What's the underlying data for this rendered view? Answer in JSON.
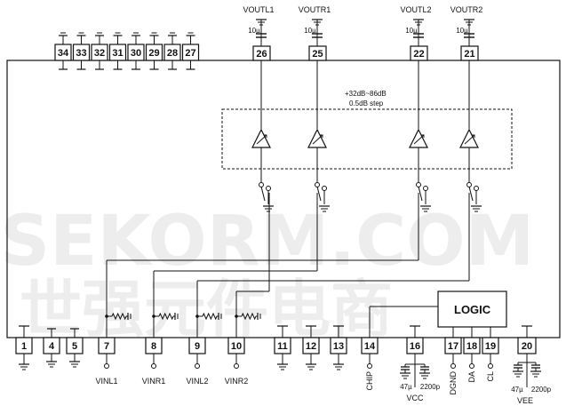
{
  "top_pins": [
    {
      "num": "34"
    },
    {
      "num": "33"
    },
    {
      "num": "32"
    },
    {
      "num": "31"
    },
    {
      "num": "30"
    },
    {
      "num": "29"
    },
    {
      "num": "28"
    },
    {
      "num": "27"
    }
  ],
  "output_pins": [
    {
      "num": "26",
      "label": "VOUTL1",
      "cap": "10µ"
    },
    {
      "num": "25",
      "label": "VOUTR1",
      "cap": "10µ"
    },
    {
      "num": "22",
      "label": "VOUTL2",
      "cap": "10µ"
    },
    {
      "num": "21",
      "label": "VOUTR2",
      "cap": "10µ"
    }
  ],
  "gain_block": {
    "line1": "+32dB~86dB",
    "line2": "0.5dB step"
  },
  "logic_label": "LOGIC",
  "bottom_pins": [
    {
      "num": "1",
      "label": ""
    },
    {
      "num": "4",
      "label": ""
    },
    {
      "num": "5",
      "label": ""
    },
    {
      "num": "7",
      "label": "VINL1"
    },
    {
      "num": "8",
      "label": "VINR1"
    },
    {
      "num": "9",
      "label": "VINL2"
    },
    {
      "num": "10",
      "label": "VINR2"
    },
    {
      "num": "11",
      "label": ""
    },
    {
      "num": "12",
      "label": ""
    },
    {
      "num": "13",
      "label": ""
    },
    {
      "num": "14",
      "label": "CHIP"
    },
    {
      "num": "16",
      "label": "VCC"
    },
    {
      "num": "17",
      "label": "DGND"
    },
    {
      "num": "18",
      "label": "DA"
    },
    {
      "num": "19",
      "label": "CL"
    },
    {
      "num": "20",
      "label": "VEE"
    }
  ],
  "supply_caps": {
    "vcc": {
      "small": "47µ",
      "large": "2200p"
    },
    "vee": {
      "small": "47µ",
      "large": "2200p"
    }
  },
  "watermark": {
    "line1": "SEKORM.COM",
    "line2": "世强元件电商"
  }
}
